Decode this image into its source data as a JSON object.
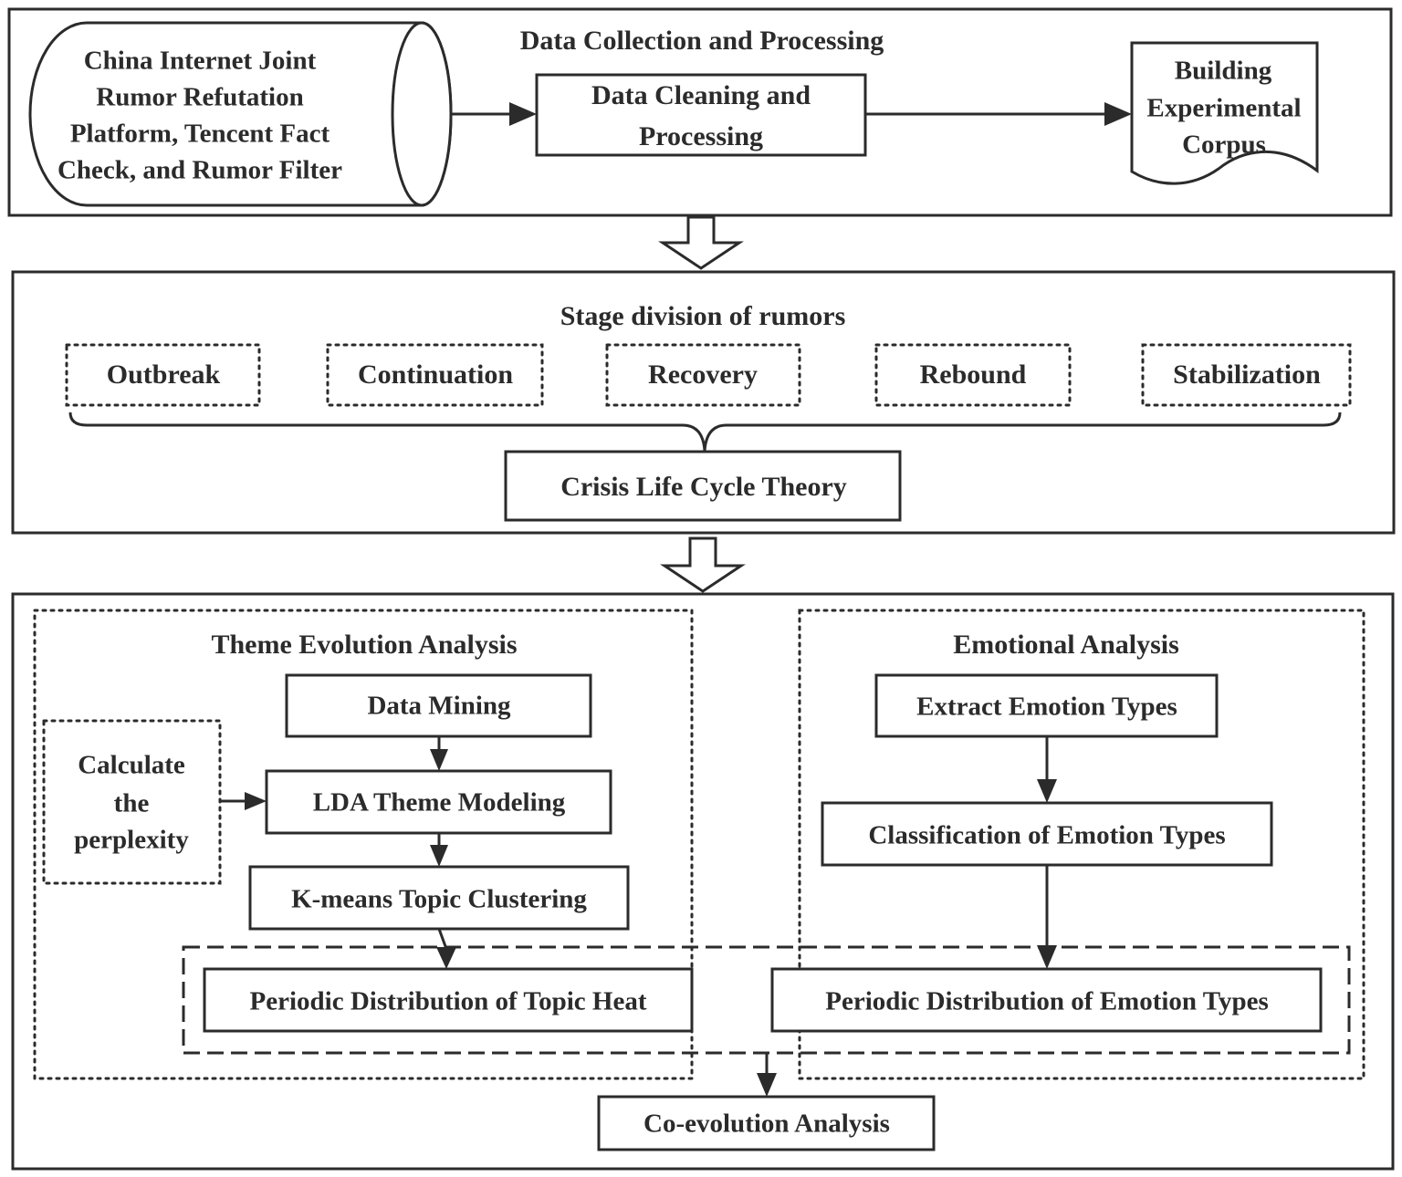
{
  "section1": {
    "title": "Data Collection and Processing",
    "source_lines": [
      "China Internet Joint",
      "Rumor Refutation",
      "Platform, Tencent Fact",
      "Check, and Rumor Filter"
    ],
    "cleaning_lines": [
      "Data Cleaning and",
      "Processing"
    ],
    "corpus_lines": [
      "Building",
      "Experimental",
      "Corpus"
    ]
  },
  "section2": {
    "title": "Stage division of rumors",
    "stages": [
      "Outbreak",
      "Continuation",
      "Recovery",
      "Rebound",
      "Stabilization"
    ],
    "theory": "Crisis Life Cycle Theory"
  },
  "section3": {
    "theme": {
      "title": "Theme Evolution Analysis",
      "data_mining": "Data Mining",
      "lda": "LDA Theme Modeling",
      "kmeans": "K-means Topic Clustering",
      "perplexity_lines": [
        "Calculate",
        "the",
        "perplexity"
      ]
    },
    "emotion": {
      "title": "Emotional Analysis",
      "extract": "Extract Emotion Types",
      "classify": "Classification of Emotion Types"
    },
    "periodic_topic": "Periodic Distribution of Topic Heat",
    "periodic_emotion": "Periodic Distribution of Emotion Types",
    "coevolution": "Co-evolution Analysis"
  }
}
